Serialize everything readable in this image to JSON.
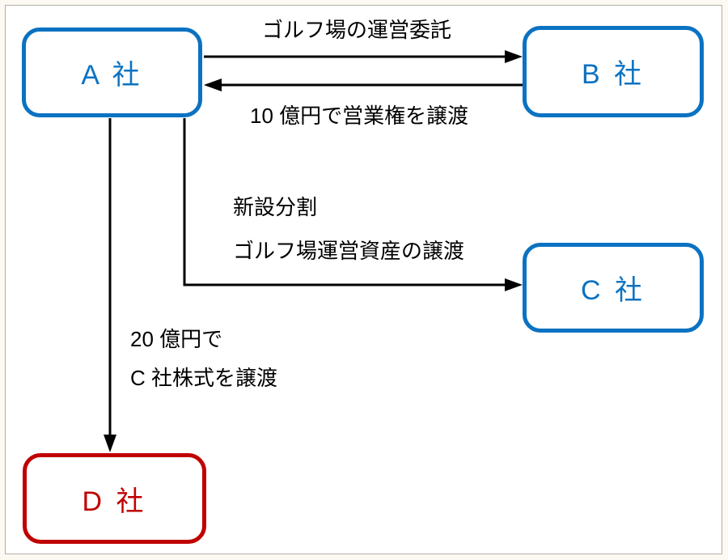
{
  "diagram": {
    "type": "flow-diagram",
    "colors": {
      "node_blue": "#0b72c2",
      "node_red": "#c00000",
      "arrow": "#000000",
      "label_text": "#000000",
      "canvas_bg": "#ffffff",
      "page_bg": "#fbf9f2",
      "canvas_border": "#b3b0a9"
    },
    "nodes": {
      "a": {
        "label": "A 社",
        "color": "blue"
      },
      "b": {
        "label": "B 社",
        "color": "blue"
      },
      "c": {
        "label": "C 社",
        "color": "blue"
      },
      "d": {
        "label": "D 社",
        "color": "red"
      }
    },
    "edges": [
      {
        "from": "a",
        "to": "b",
        "shape": "straight-right",
        "label_key": "consignment"
      },
      {
        "from": "b",
        "to": "a",
        "shape": "straight-left",
        "label_key": "goodwill"
      },
      {
        "from": "a",
        "to": "c",
        "shape": "elbow-down-right",
        "label_keys": [
          "split",
          "asset"
        ]
      },
      {
        "from": "a",
        "to": "d",
        "shape": "straight-down",
        "label_keys": [
          "price20",
          "shares"
        ]
      }
    ],
    "labels": {
      "consignment": "ゴルフ場の運営委託",
      "goodwill": "10 億円で営業権を譲渡",
      "split": "新設分割",
      "asset": "ゴルフ場運営資産の譲渡",
      "price20": "20 億円で",
      "shares": "C 社株式を譲渡"
    }
  }
}
